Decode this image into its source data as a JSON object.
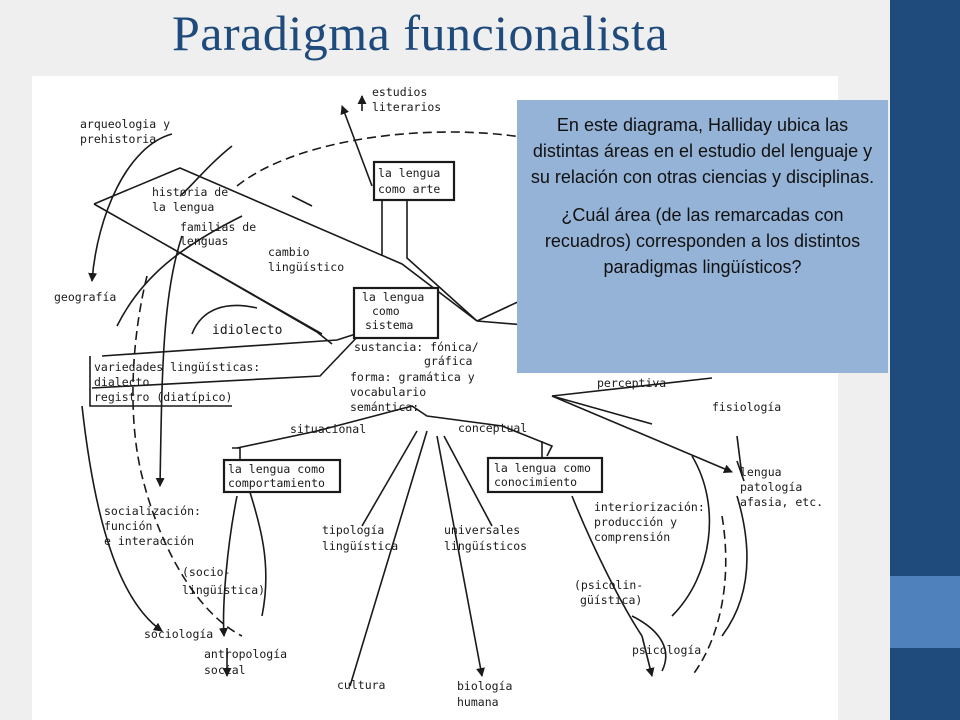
{
  "slide": {
    "title": "Paradigma funcionalista",
    "colors": {
      "title": "#1f4a7c",
      "side_bar": "#1f4a7c",
      "side_accent": "#4f81bd",
      "callout_bg": "#95b3d7"
    }
  },
  "callout": {
    "paragraph1": "En este diagrama, Halliday ubica las distintas áreas en el estudio del lenguaje y su relación con otras ciencias y disciplinas.",
    "paragraph2": "¿Cuál área (de las remarcadas con recuadros) corresponden a los distintos paradigmas lingüísticos?"
  },
  "diagram": {
    "boxes": {
      "arte": [
        "la lengua",
        "como arte"
      ],
      "sistema": [
        "la lengua",
        "como",
        "sistema"
      ],
      "comportamiento": [
        "la lengua como",
        "comportamiento"
      ],
      "conocimiento": [
        "la lengua como",
        "conocimiento"
      ]
    },
    "labels": {
      "estudios": [
        "estudios",
        "literarios"
      ],
      "arqueologia": [
        "arqueologia y",
        "prehistoria"
      ],
      "historia": [
        "historia de",
        "la lengua"
      ],
      "familias": [
        "familias de",
        "lenguas"
      ],
      "cambio": [
        "cambio",
        "lingüístico"
      ],
      "geografia": "geografía",
      "idiolecto": "idiolecto",
      "variedades": [
        "variedades lingüísticas:",
        "dialecto",
        "registro (diatípico)"
      ],
      "sustancia": [
        "sustancia: fónica/",
        "gráfica"
      ],
      "forma": [
        "forma: gramática y",
        "vocabulario",
        "semántica:"
      ],
      "situacional": "situacional",
      "conceptual": "conceptual",
      "perceptiva": "perceptiva",
      "fisiologia": "fisiología",
      "patologia": [
        "lengua",
        "patología",
        "afasia, etc."
      ],
      "socializacion": [
        "socialización:",
        "función",
        "e interacción"
      ],
      "sociolinguistica": [
        "(socio-",
        "lingüística)"
      ],
      "tipologia": [
        "tipología",
        "lingüística"
      ],
      "universales": [
        "universales",
        "lingüísticos"
      ],
      "interiorizacion": [
        "interiorización:",
        "producción y",
        "comprensión"
      ],
      "psicolinguistica": [
        "(psicolin-",
        "güística)"
      ],
      "sociologia": "sociología",
      "antropologia": [
        "antropología",
        "social"
      ],
      "cultura": "cultura",
      "biologia": [
        "biología",
        "humana"
      ],
      "psicologia": "psicología"
    }
  }
}
